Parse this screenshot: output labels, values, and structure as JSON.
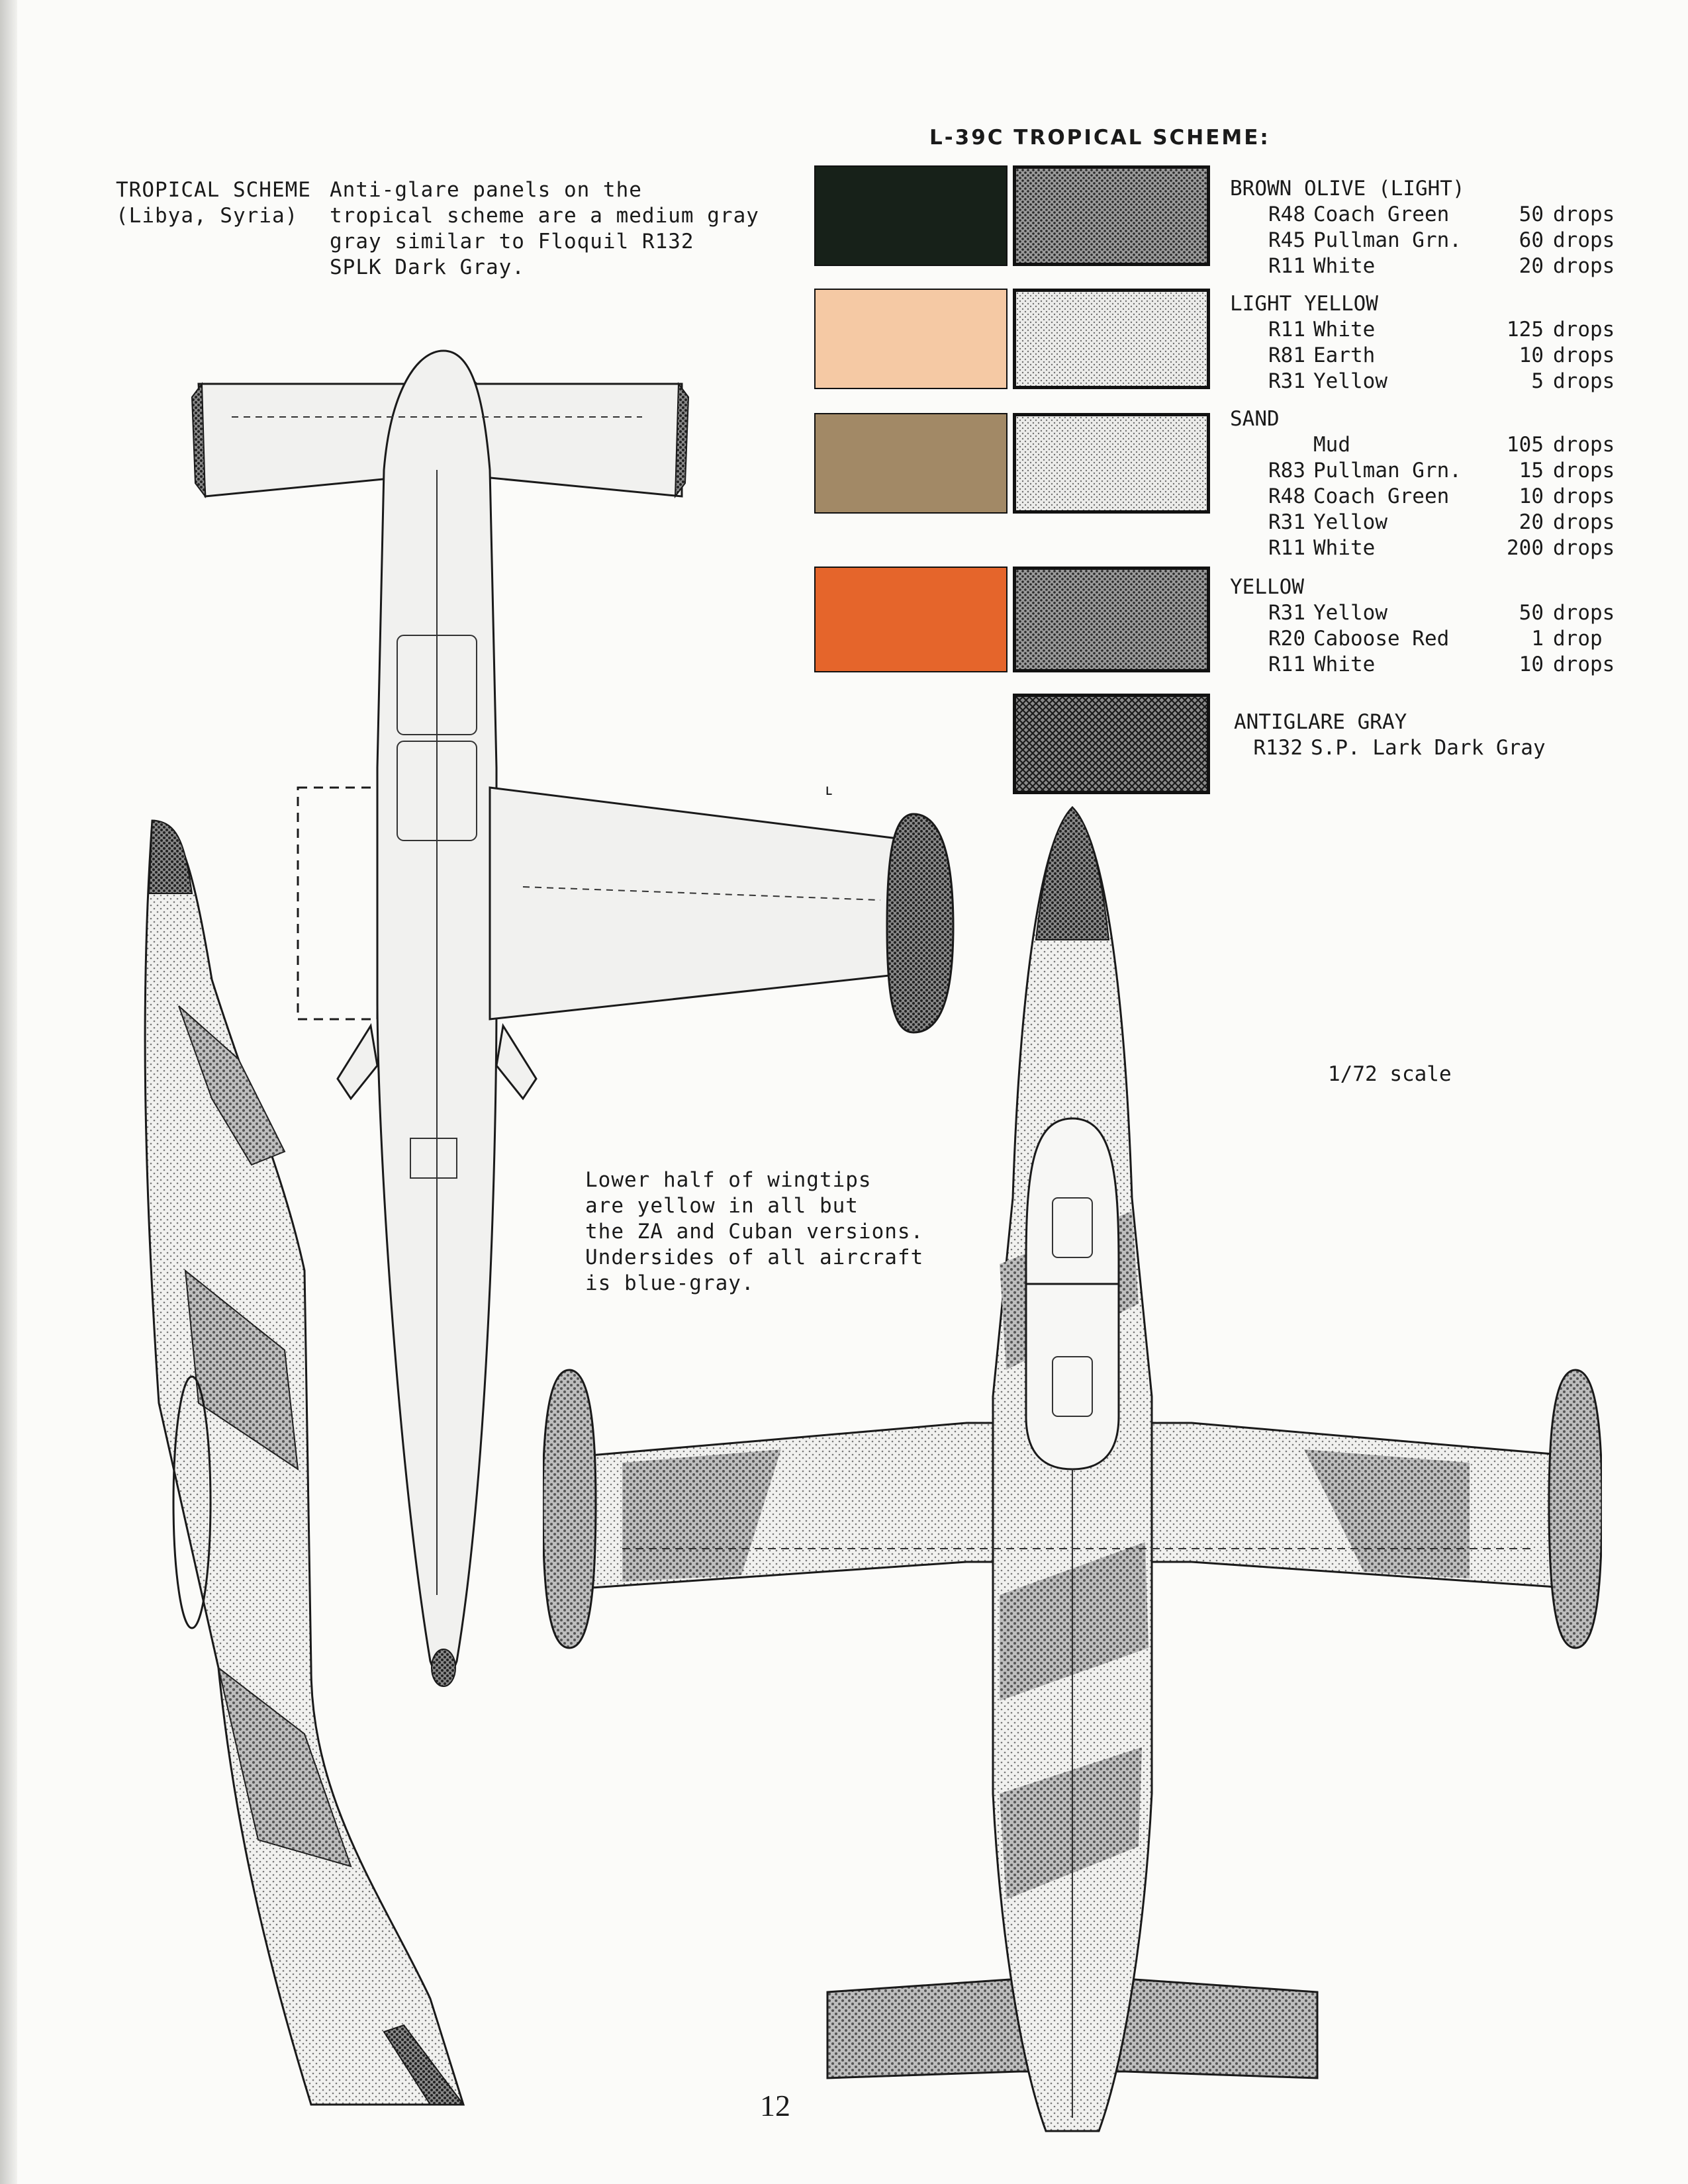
{
  "header": {
    "scheme_title": "L-39C TROPICAL SCHEME:"
  },
  "intro": {
    "label_line1": "TROPICAL SCHEME",
    "label_line2": "(Libya, Syria)",
    "note_lines": [
      "Anti-glare panels on the",
      "tropical scheme are a medium gray",
      "gray similar to Floquil R132",
      "SPLK Dark Gray."
    ]
  },
  "colors": [
    {
      "name": "BROWN OLIVE (LIGHT)",
      "swatch_color": "#172119",
      "pattern": "dense",
      "mix": [
        {
          "code": "R48",
          "name": "Coach Green",
          "qty": "50",
          "unit": "drops"
        },
        {
          "code": "R45",
          "name": "Pullman Grn.",
          "qty": "60",
          "unit": "drops"
        },
        {
          "code": "R11",
          "name": "White",
          "qty": "20",
          "unit": "drops"
        }
      ]
    },
    {
      "name": "LIGHT YELLOW",
      "swatch_color": "#f5c9a4",
      "pattern": "light",
      "mix": [
        {
          "code": "R11",
          "name": "White",
          "qty": "125",
          "unit": "drops"
        },
        {
          "code": "R81",
          "name": "Earth",
          "qty": "10",
          "unit": "drops"
        },
        {
          "code": "R31",
          "name": "Yellow",
          "qty": "5",
          "unit": "drops"
        }
      ]
    },
    {
      "name": "SAND",
      "swatch_color": "#a28966",
      "pattern": "light",
      "mix": [
        {
          "code": "",
          "name": "Mud",
          "qty": "105",
          "unit": "drops"
        },
        {
          "code": "R83",
          "name": "Pullman Grn.",
          "qty": "15",
          "unit": "drops"
        },
        {
          "code": "R48",
          "name": "Coach Green",
          "qty": "10",
          "unit": "drops"
        },
        {
          "code": "R31",
          "name": "Yellow",
          "qty": "20",
          "unit": "drops"
        },
        {
          "code": "R11",
          "name": "White",
          "qty": "200",
          "unit": "drops"
        }
      ]
    },
    {
      "name": "YELLOW",
      "swatch_color": "#e5652b",
      "pattern": "dense",
      "mix": [
        {
          "code": "R31",
          "name": "Yellow",
          "qty": "50",
          "unit": "drops"
        },
        {
          "code": "R20",
          "name": "Caboose Red",
          "qty": "1",
          "unit": "drop"
        },
        {
          "code": "R11",
          "name": "White",
          "qty": "10",
          "unit": "drops"
        }
      ]
    },
    {
      "name": "ANTIGLARE GRAY",
      "swatch_color": "",
      "pattern": "crosshatch",
      "mix": [
        {
          "code": "R132",
          "name": "S.P. Lark Dark Gray",
          "qty": "",
          "unit": ""
        }
      ]
    }
  ],
  "wingtip_note": {
    "lines": [
      "Lower half of wingtips",
      "are yellow in all but",
      "the ZA and Cuban versions.",
      "Undersides of all aircraft",
      "is blue-gray."
    ]
  },
  "scale_note": "1/72 scale",
  "page_number": "12"
}
